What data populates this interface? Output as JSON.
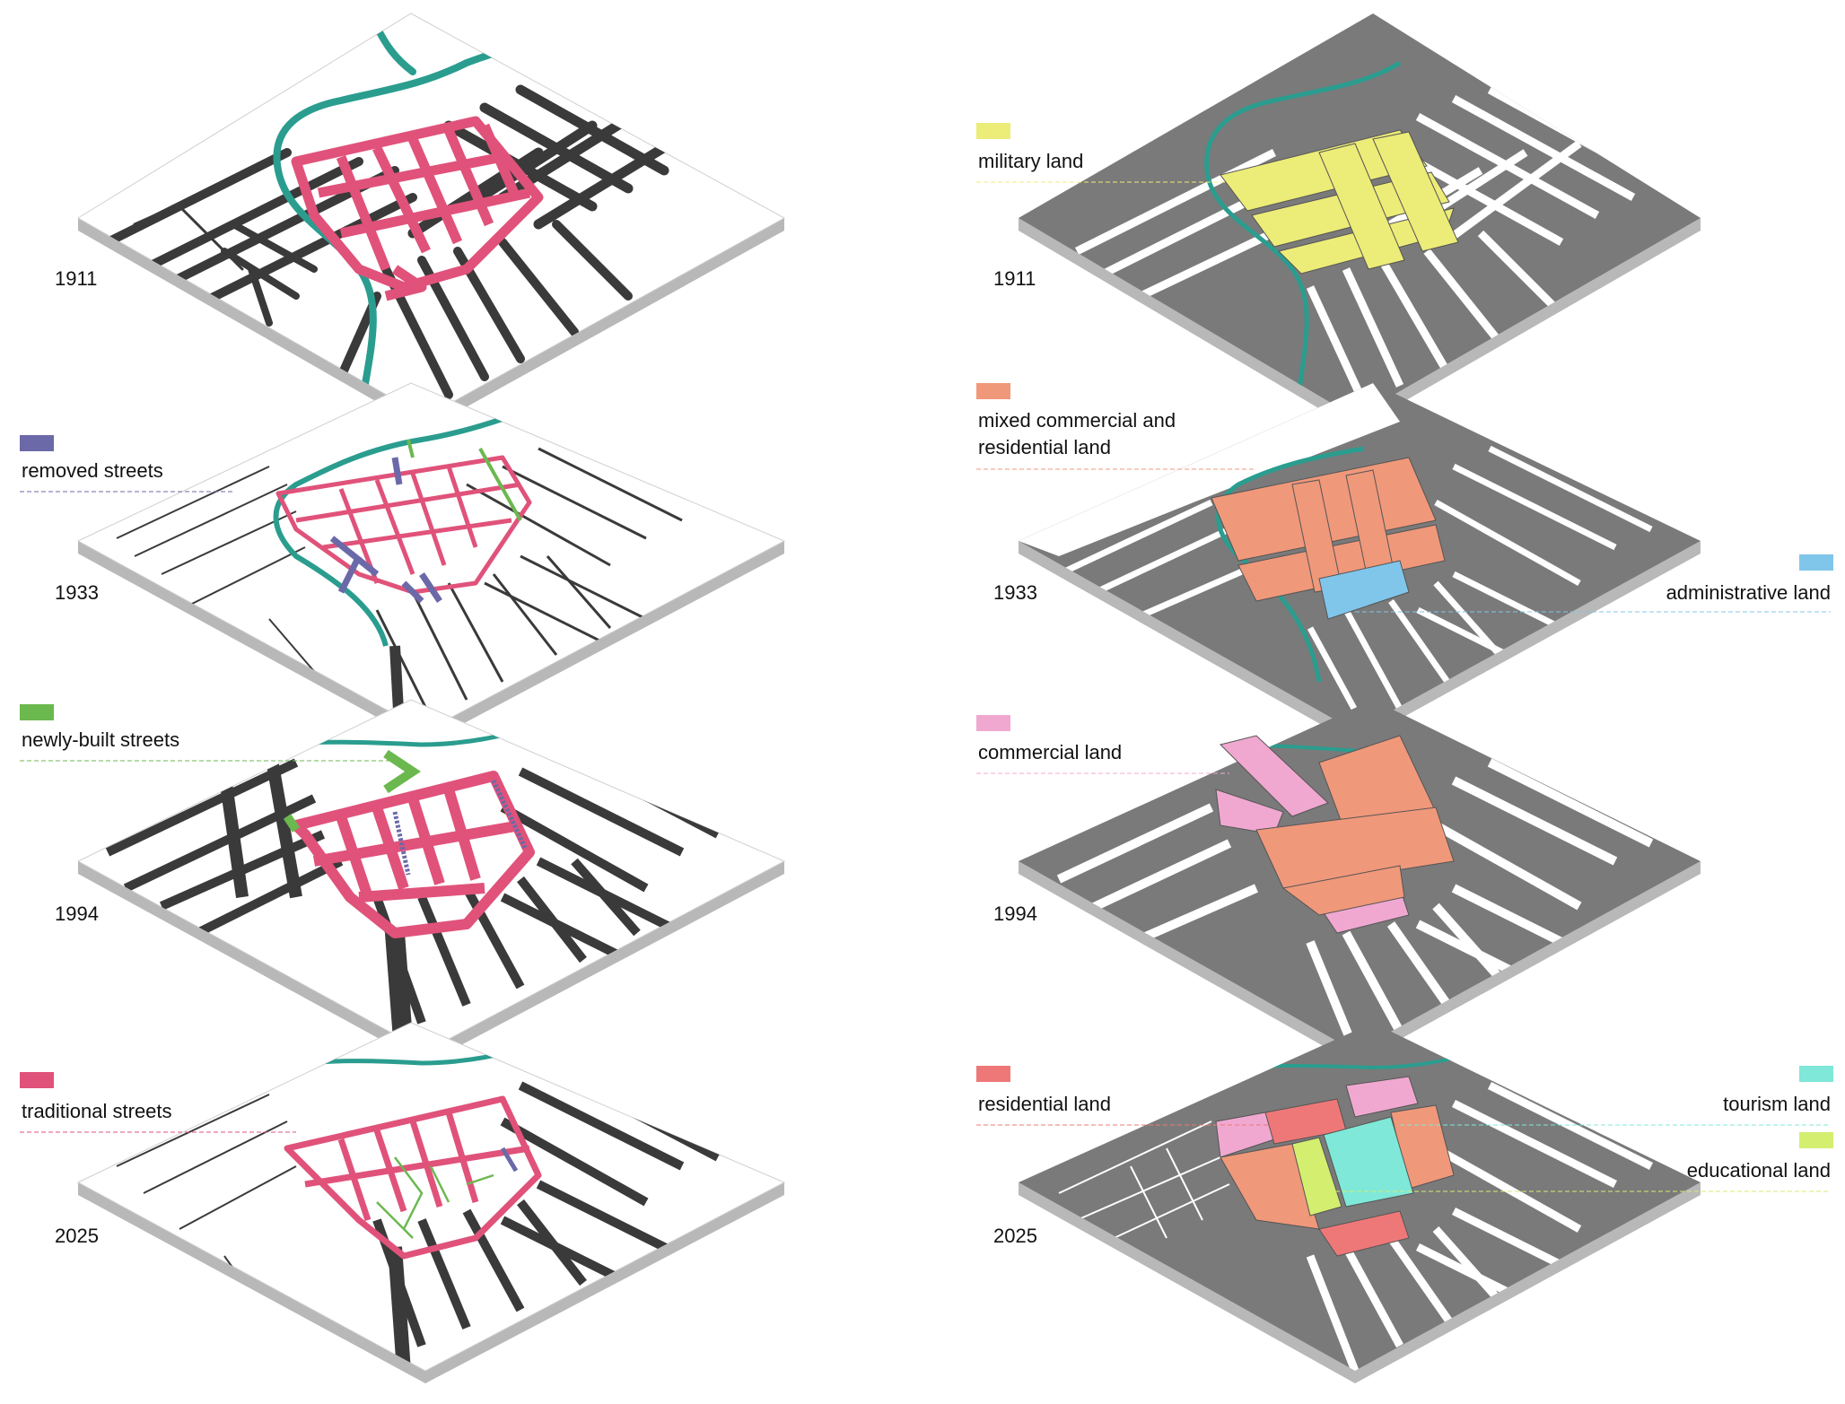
{
  "colors": {
    "river": "#2a9d8f",
    "road": "#3a3a3a",
    "plot": "#7a7a7a",
    "plate_edge": "#b8b8b8",
    "traditional": "#e0527a",
    "removed": "#6b69a8",
    "newly_built": "#6bb84f",
    "military": "#ecec78",
    "mixed": "#f0987a",
    "administrative": "#80c6ea",
    "commercial": "#f0a8d0",
    "residential": "#ee7878",
    "tourism": "#7fe8d8",
    "educational": "#d4ee70"
  },
  "years": [
    "1911",
    "1933",
    "1994",
    "2025"
  ],
  "left_legend": [
    {
      "label": "removed streets",
      "color": "#6b69a8"
    },
    {
      "label": "newly-built streets",
      "color": "#6bb84f"
    },
    {
      "label": "traditional streets",
      "color": "#e0527a"
    }
  ],
  "right_legend": {
    "military": {
      "label": "military land",
      "color": "#ecec78"
    },
    "mixed": {
      "label_line1": "mixed commercial and",
      "label_line2": "residential land",
      "color": "#f0987a"
    },
    "administrative": {
      "label": "administrative land",
      "color": "#80c6ea"
    },
    "commercial": {
      "label": "commercial land",
      "color": "#f0a8d0"
    },
    "residential": {
      "label": "residential land",
      "color": "#ee7878"
    },
    "tourism": {
      "label": "tourism land",
      "color": "#7fe8d8"
    },
    "educational": {
      "label": "educational land",
      "color": "#d4ee70"
    }
  }
}
